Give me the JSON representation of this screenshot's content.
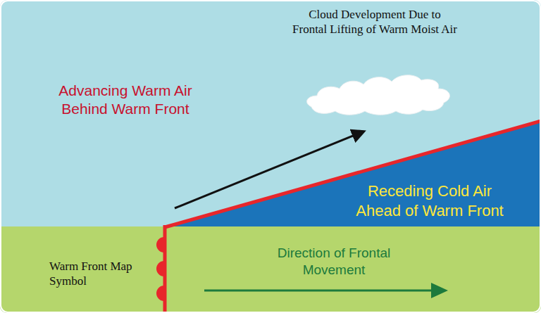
{
  "diagram": {
    "labels": [
      "Advancing Warm Air Behind Warm Front",
      "Cloud Development Due to Frontal Lifting of Warm Moist Air",
      "Receding Cold Air Ahead of Warm Front",
      "Warm Front Map Symbol",
      "Direction of Frontal Movement"
    ]
  }
}
